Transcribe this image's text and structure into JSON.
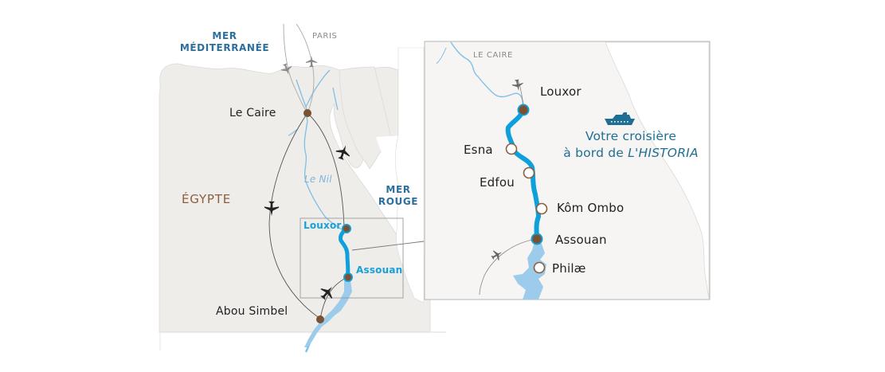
{
  "colors": {
    "land": "#efedea",
    "inset_land": "#f6f5f3",
    "sea": "#ffffff",
    "river": "#7fbfe6",
    "cruise_route": "#0fa0db",
    "city_dot": "#7a5231",
    "stop_ring": "#8b5e3c",
    "flight_path": "#555555",
    "sea_label": "#2a6f9e",
    "country_label": "#8b5e3c"
  },
  "main_map": {
    "sea_labels": {
      "mediterranean_line1": "MER",
      "mediterranean_line2": "MÉDITERRANÉE",
      "red_sea_line1": "MER",
      "red_sea_line2": "ROUGE"
    },
    "external_destination": "PARIS",
    "country": "ÉGYPTE",
    "river": "Le Nil",
    "cities": {
      "cairo": "Le Caire",
      "abu_simbel": "Abou Simbel",
      "luxor": "Louxor",
      "aswan": "Assouan"
    }
  },
  "inset_map": {
    "external_city": "LE CAIRE",
    "stops": {
      "luxor": "Louxor",
      "esna": "Esna",
      "edfou": "Edfou",
      "kom_ombo": "Kôm Ombo",
      "aswan": "Assouan",
      "philae": "Philæ"
    },
    "cruise": {
      "icon": "cruise-ship-icon",
      "line1": "Votre croisière",
      "line2_prefix": "à bord de ",
      "ship_name": "L'HISTORIA"
    }
  },
  "icons": {
    "flight": "airplane-icon",
    "city": "city-dot-icon",
    "stop": "stop-ring-icon"
  }
}
